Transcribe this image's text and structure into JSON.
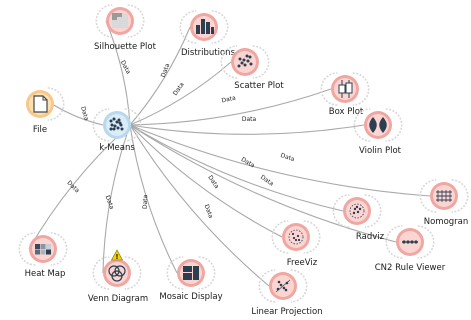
{
  "colors": {
    "edge": "#a9a9a9",
    "data_node": "#f7c889",
    "data_node_inner": "#fde1b5",
    "kmeans_node": "#b8d8ee",
    "kmeans_node_inner": "#d9ecf8",
    "vis_node": "#f0a7a2",
    "vis_node_inner": "#fbd5d2",
    "warning": "#f5d300"
  },
  "nodes": [
    {
      "id": "file",
      "label": "File",
      "icon": "file-icon",
      "kind": "data"
    },
    {
      "id": "kmeans",
      "label": "k-Means",
      "icon": "kmeans-icon",
      "kind": "kmeans"
    },
    {
      "id": "silhouette",
      "label": "Silhouette Plot",
      "icon": "silhouette-plot-icon",
      "kind": "vis"
    },
    {
      "id": "distributions",
      "label": "Distributions",
      "icon": "distributions-icon",
      "kind": "vis"
    },
    {
      "id": "scatter",
      "label": "Scatter Plot",
      "icon": "scatter-plot-icon",
      "kind": "vis"
    },
    {
      "id": "boxplot",
      "label": "Box Plot",
      "icon": "box-plot-icon",
      "kind": "vis"
    },
    {
      "id": "violin",
      "label": "Violin Plot",
      "icon": "violin-plot-icon",
      "kind": "vis"
    },
    {
      "id": "nomogram",
      "label": "Nomogran",
      "icon": "nomogram-icon",
      "kind": "vis"
    },
    {
      "id": "radviz",
      "label": "Radviz",
      "icon": "radviz-icon",
      "kind": "vis"
    },
    {
      "id": "cn2",
      "label": "CN2 Rule Viewer",
      "icon": "cn2-rule-viewer-icon",
      "kind": "vis"
    },
    {
      "id": "freeviz",
      "label": "FreeViz",
      "icon": "freeviz-icon",
      "kind": "vis"
    },
    {
      "id": "linproj",
      "label": "Linear Projection",
      "icon": "linear-projection-icon",
      "kind": "vis"
    },
    {
      "id": "mosaic",
      "label": "Mosaic Display",
      "icon": "mosaic-display-icon",
      "kind": "vis"
    },
    {
      "id": "venn",
      "label": "Venn Diagram",
      "icon": "venn-diagram-icon",
      "kind": "vis",
      "warning": true
    },
    {
      "id": "heatmap",
      "label": "Heat Map",
      "icon": "heat-map-icon",
      "kind": "vis"
    }
  ],
  "links": [
    {
      "from": "file",
      "to": "kmeans",
      "label": "Data"
    },
    {
      "from": "kmeans",
      "to": "silhouette",
      "label": "Data"
    },
    {
      "from": "kmeans",
      "to": "distributions",
      "label": "Data"
    },
    {
      "from": "kmeans",
      "to": "scatter",
      "label": "Data"
    },
    {
      "from": "kmeans",
      "to": "boxplot",
      "label": "Data"
    },
    {
      "from": "kmeans",
      "to": "violin",
      "label": "Data"
    },
    {
      "from": "kmeans",
      "to": "nomogram",
      "label": "Data"
    },
    {
      "from": "kmeans",
      "to": "radviz",
      "label": "Data"
    },
    {
      "from": "kmeans",
      "to": "cn2",
      "label": "Data"
    },
    {
      "from": "kmeans",
      "to": "freeviz",
      "label": "Data"
    },
    {
      "from": "kmeans",
      "to": "linproj",
      "label": "Data"
    },
    {
      "from": "kmeans",
      "to": "mosaic",
      "label": "Data"
    },
    {
      "from": "kmeans",
      "to": "venn",
      "label": "Data"
    },
    {
      "from": "kmeans",
      "to": "heatmap",
      "label": "Data"
    }
  ]
}
